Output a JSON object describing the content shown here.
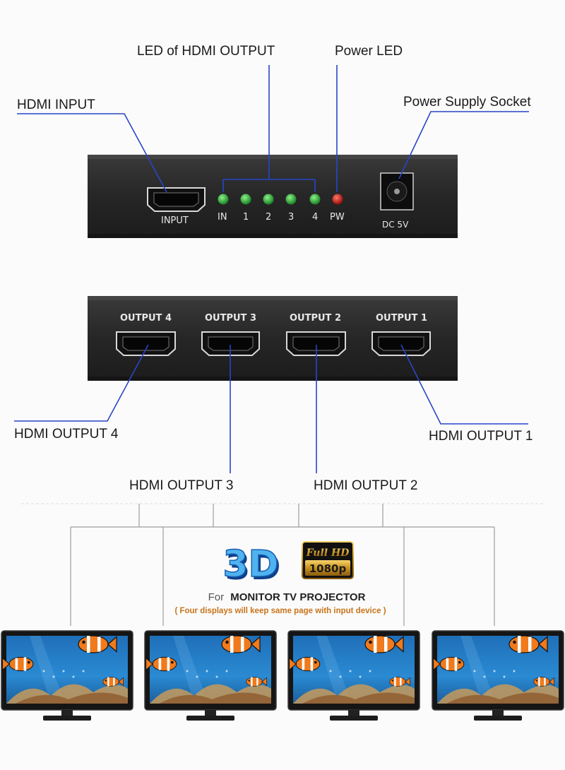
{
  "labels": {
    "led_hdmi_output": "LED of HDMI OUTPUT",
    "power_led": "Power LED",
    "hdmi_input": "HDMI INPUT",
    "power_supply_socket": "Power Supply Socket",
    "hdmi_output_4": "HDMI OUTPUT 4",
    "hdmi_output_1": "HDMI OUTPUT 1",
    "hdmi_output_3": "HDMI OUTPUT 3",
    "hdmi_output_2": "HDMI OUTPUT 2"
  },
  "front_panel": {
    "input_label": "INPUT",
    "led_labels": [
      "IN",
      "1",
      "2",
      "3",
      "4",
      "PW"
    ],
    "dc_label": "DC 5V"
  },
  "back_panel": {
    "port_labels": [
      "OUTPUT 4",
      "OUTPUT 3",
      "OUTPUT 2",
      "OUTPUT 1"
    ]
  },
  "badges": {
    "three_d": "3D",
    "full_hd": "Full HD",
    "resolution": "1080p"
  },
  "caption": {
    "prefix": "For",
    "main": "MONITOR TV PROJECTOR",
    "sub": "( Four displays will keep same page with input device )"
  },
  "colors": {
    "pointer_line": "#2746c8",
    "device_body": "#2b2b2b",
    "led_green": "#2fae3a",
    "led_red": "#d1221e",
    "caption_orange": "#c8741a"
  }
}
